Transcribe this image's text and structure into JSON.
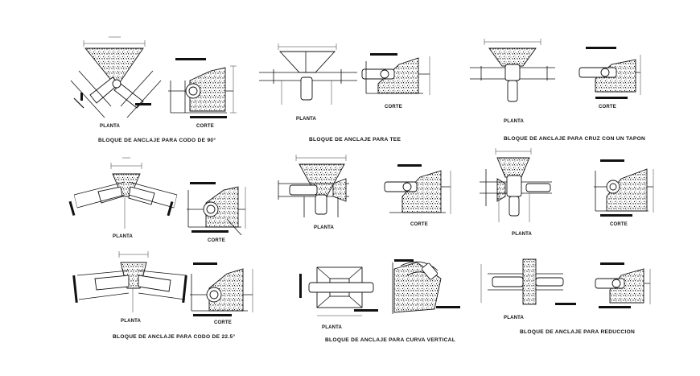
{
  "drawing": {
    "labels": {
      "planta": "PLANTA",
      "corte": "CORTE"
    },
    "blocks": [
      {
        "id": "codo90",
        "title": "BLOQUE DE ANCLAJE PARA CODO DE 90°"
      },
      {
        "id": "tee",
        "title": "BLOQUE DE ANCLAJE PARA TEE"
      },
      {
        "id": "cruz",
        "title": "BLOQUE DE ANCLAJE PARA CRUZ CON UN TAPON"
      },
      {
        "id": "codo45",
        "title": ""
      },
      {
        "id": "tee2",
        "title": ""
      },
      {
        "id": "cruz2",
        "title": ""
      },
      {
        "id": "codo22",
        "title": "BLOQUE DE ANCLAJE PARA CODO DE 22.5°"
      },
      {
        "id": "curva",
        "title": "BLOQUE DE ANCLAJE PARA CURVA VERTICAL"
      },
      {
        "id": "reduccion",
        "title": "BLOQUE DE ANCLAJE PARA REDUCCION"
      }
    ]
  }
}
